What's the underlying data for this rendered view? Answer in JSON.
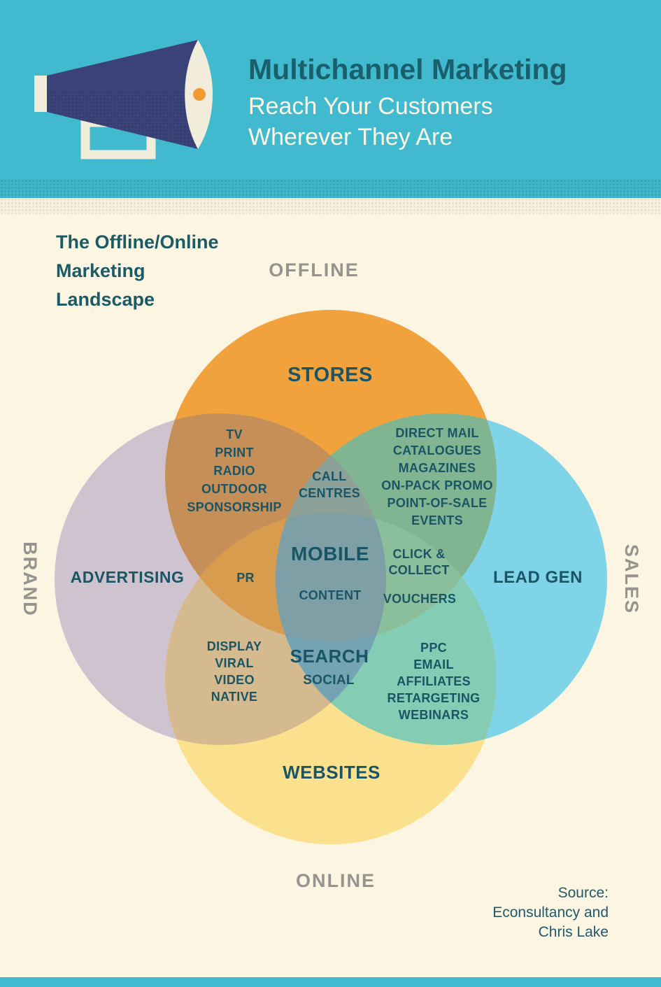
{
  "header": {
    "title": "Multichannel Marketing",
    "subtitle_line1": "Reach Your Customers",
    "subtitle_line2": "Wherever They Are"
  },
  "intro": {
    "heading_line1": "The Offline/Online",
    "heading_line2": "Marketing",
    "heading_line3": "Landscape"
  },
  "axis": {
    "top": "OFFLINE",
    "bottom": "ONLINE",
    "left": "BRAND",
    "right": "SALES"
  },
  "venn": {
    "stores_label": "STORES",
    "advertising_label": "ADVERTISING",
    "leadgen_label": "LEAD GEN",
    "websites_label": "WEBSITES",
    "center_primary": "MOBILE",
    "center_secondary": "CONTENT",
    "stores_advertising_items": [
      "TV",
      "PRINT",
      "RADIO",
      "OUTDOOR",
      "SPONSORSHIP"
    ],
    "stores_leadgen_items": [
      "DIRECT MAIL",
      "CATALOGUES",
      "MAGAZINES",
      "ON-PACK PROMO",
      "POINT-OF-SALE",
      "EVENTS"
    ],
    "stores_advertising_leadgen_lines": [
      "CALL",
      "CENTRES"
    ],
    "stores_advertising_websites_item": "PR",
    "stores_leadgen_websites_lines": [
      "CLICK &",
      "COLLECT"
    ],
    "stores_leadgen_websites_item2": "VOUCHERS",
    "advertising_leadgen_websites_primary": "SEARCH",
    "advertising_leadgen_websites_secondary": "SOCIAL",
    "advertising_websites_items": [
      "DISPLAY",
      "VIRAL",
      "VIDEO",
      "NATIVE"
    ],
    "leadgen_websites_items": [
      "PPC",
      "EMAIL",
      "AFFILIATES",
      "RETARGETING",
      "WEBINARS"
    ]
  },
  "source": {
    "line1": "Source:",
    "line2": "Econsultancy and",
    "line3": "Chris Lake"
  },
  "colors": {
    "header_bg": "#41B9CE",
    "header_title": "#19606C",
    "header_subtitle": "#FCF6E4",
    "page_bg": "#FBF5E2",
    "text_teal": "#1A5566",
    "label_gray": "#95948E",
    "megaphone_navy": "#3B4277",
    "megaphone_cream": "#F2ECDB",
    "megaphone_dot": "#F09A2F",
    "stores": "#F1A23C",
    "advertising": "#CEC3CF",
    "leadgen": "#7FD5E7",
    "websites": "#FBE08D",
    "overlap_stores_advertising": "#C68F58",
    "overlap_stores_leadgen": "#81B592",
    "overlap_advertising_websites": "#D4BA8E",
    "overlap_leadgen_websites": "#84CDB4",
    "overlap_stores_advertising_leadgen": "#8CA197",
    "overlap_stores_advertising_websites": "#D89C4F",
    "overlap_stores_leadgen_websites": "#8BBE9B",
    "overlap_advertising_leadgen_websites": "#74A3B3",
    "overlap_center": "#7F9FA7",
    "source_text": "#23596A"
  }
}
